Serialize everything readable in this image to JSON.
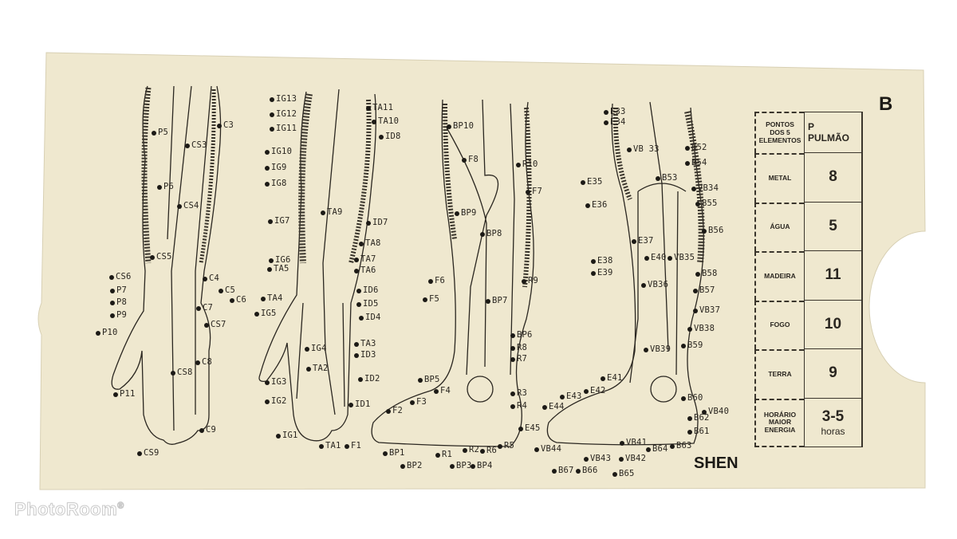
{
  "card": {
    "letter": "B",
    "footer_label": "SHEN",
    "colors": {
      "card": "#efe8cf",
      "ink": "#2a2620"
    }
  },
  "figures": {
    "arm_inner": {
      "labels": [
        "P5",
        "C3",
        "CS3",
        "P6",
        "CS4",
        "CS5",
        "CS6",
        "C4",
        "P7",
        "C5",
        "P8",
        "C6",
        "C7",
        "P9",
        "CS7",
        "P10",
        "C8",
        "CS8",
        "P11",
        "C9",
        "CS9"
      ]
    },
    "arm_outer": {
      "labels": [
        "IG13",
        "IG12",
        "IG11",
        "IG10",
        "IG9",
        "IG8",
        "IG7",
        "TA9",
        "ID7",
        "TA8",
        "IG6",
        "TA7",
        "TA5",
        "TA6",
        "ID6",
        "TA4",
        "ID5",
        "IG5",
        "ID4",
        "IG4",
        "TA3",
        "ID3",
        "TA2",
        "ID2",
        "IG3",
        "IG2",
        "ID1",
        "IG1",
        "TA1",
        "F1",
        "TA11",
        "TA10",
        "ID8"
      ]
    },
    "leg_inner": {
      "labels": [
        "BP10",
        "F8",
        "R10",
        "F7",
        "BP9",
        "BP8",
        "F6",
        "R9",
        "F5",
        "BP7",
        "BP6",
        "R8",
        "R7",
        "BP5",
        "F4",
        "R3",
        "F3",
        "R4",
        "F2",
        "E45",
        "R2",
        "R6",
        "R5",
        "BP1",
        "R1",
        "BP2",
        "BP3",
        "BP4"
      ]
    },
    "leg_outer": {
      "labels": [
        "E33",
        "E34",
        "VB 33",
        "B52",
        "B54",
        "E35",
        "B53",
        "VB34",
        "E36",
        "B55",
        "B56",
        "E37",
        "E38",
        "E40",
        "VB35",
        "E39",
        "B58",
        "VB36",
        "B57",
        "VB37",
        "VB38",
        "B59",
        "VB39",
        "E41",
        "E42",
        "E43",
        "B60",
        "E44",
        "VB40",
        "B62",
        "B61",
        "B63",
        "B64",
        "VB41",
        "VB44",
        "VB43",
        "VB42",
        "B67",
        "B66",
        "B65"
      ]
    }
  },
  "table": {
    "header_key": "PONTOS DOS 5 ELEMENTOS",
    "header_code": "P",
    "header_name": "PULMÃO",
    "rows": [
      {
        "element": "METAL",
        "value": "8"
      },
      {
        "element": "ÁGUA",
        "value": "5"
      },
      {
        "element": "MADEIRA",
        "value": "11"
      },
      {
        "element": "FOGO",
        "value": "10"
      },
      {
        "element": "TERRA",
        "value": "9"
      }
    ],
    "energy_label": "HORÁRIO MAIOR ENERGIA",
    "energy_value": "3-5",
    "energy_unit": "horas"
  },
  "watermark": {
    "text": "PhotoRoom",
    "mark": "®"
  }
}
